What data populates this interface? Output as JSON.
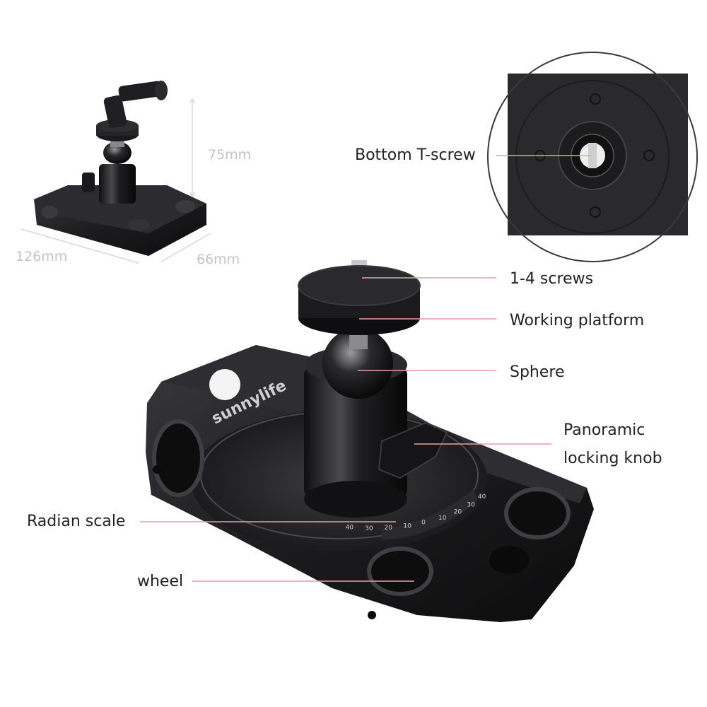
{
  "dimensions": {
    "height": "75mm",
    "length": "126mm",
    "width": "66mm"
  },
  "callouts": {
    "bottom_t_screw": "Bottom T-screw",
    "screws": "1-4 screws",
    "working_platform": "Working platform",
    "sphere": "Sphere",
    "panoramic_knob_line1": "Panoramic",
    "panoramic_knob_line2": "locking knob",
    "radian_scale": "Radian scale",
    "wheel": "wheel"
  },
  "product": {
    "brand_logo": "sunnylife",
    "scale_ticks": [
      "40",
      "30",
      "20",
      "10",
      "0",
      "10",
      "20",
      "30",
      "40"
    ]
  },
  "colors": {
    "leader_line": "#e4a0a4",
    "dimension_line": "#d8d8d8",
    "label_text": "#222222",
    "metal_body": "#1c1c1e"
  }
}
